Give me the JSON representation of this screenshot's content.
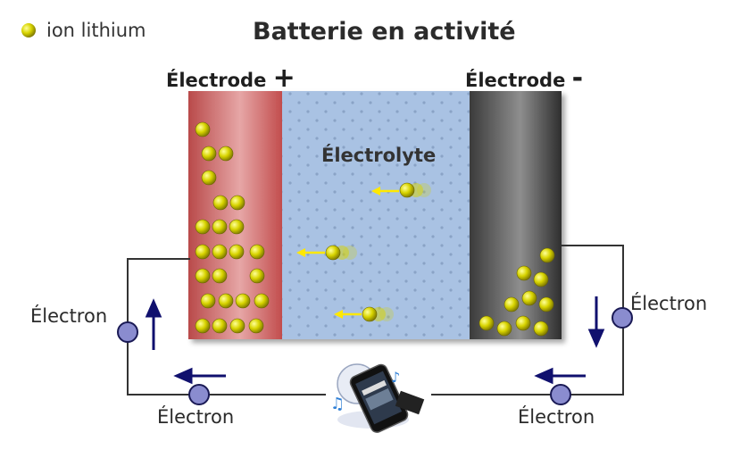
{
  "title": "Batterie en activité",
  "legend": {
    "label": "ion lithium",
    "ion_color": "#c8c400"
  },
  "electrodes": {
    "positive": {
      "label": "Électrode",
      "sign": "+",
      "color": "#c85a5a"
    },
    "negative": {
      "label": "Électrode",
      "sign": "-",
      "color": "#3a3a3a"
    }
  },
  "electrolyte": {
    "label": "Électrolyte",
    "color": "#a9c2e3"
  },
  "electron_labels": {
    "left": "Électron",
    "bottom_left": "Électron",
    "bottom_right": "Électron",
    "right": "Électron"
  },
  "device": {
    "icon": "smartphone-media-icon"
  },
  "colors": {
    "arrow_flow": "#10106e",
    "ion_arrow": "#ffe800",
    "electron_node": "#8a8ccf",
    "wire": "#333333"
  }
}
